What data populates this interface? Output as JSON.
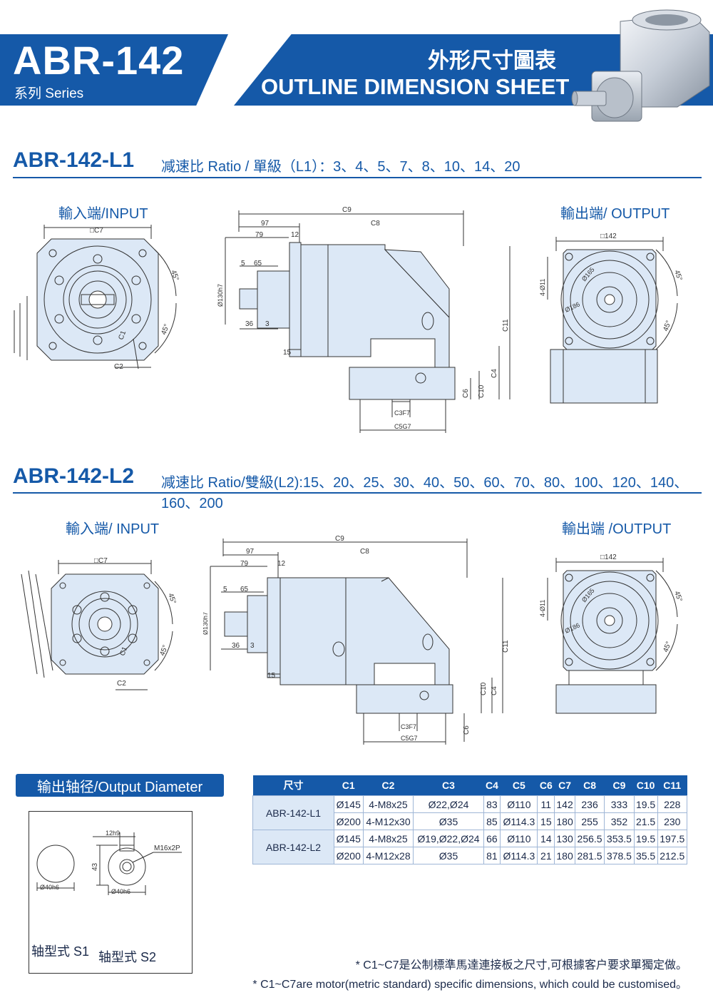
{
  "header": {
    "series_code": "ABR-142",
    "series_sub": "系列 Series",
    "title_cn": "外形尺寸圖表",
    "title_en": "OUTLINE DIMENSION SHEET"
  },
  "colors": {
    "brand": "#1559a8",
    "part_fill": "#dce8f6",
    "line": "#333333"
  },
  "sections": [
    {
      "title": "ABR-142-L1",
      "ratio": "减速比 Ratio / 單級（L1）：3、4、5、7、8、10、14、20",
      "input_label": "輸入端/INPUT",
      "output_label": "輸出端/ OUTPUT"
    },
    {
      "title": "ABR-142-L2",
      "ratio": "减速比 Ratio/雙級(L2):15、20、25、30、40、50、60、70、80、100、120、140、160、200",
      "input_label": "輸入端/ INPUT",
      "output_label": "輸出端 /OUTPUT"
    }
  ],
  "dims": {
    "c7": "□C7",
    "c9": "C9",
    "c8": "C8",
    "d97": "97",
    "d79": "79",
    "d12": "12",
    "d5": "5",
    "d65": "65",
    "d36": "36",
    "d3": "3",
    "d15": "15",
    "d130": "Ø130h7",
    "c11": "C11",
    "c4": "C4",
    "c6": "C6",
    "c10": "C10",
    "c3": "C3F7",
    "c5": "C5G7",
    "c2": "C2",
    "c1": "C1",
    "deg45": "45°",
    "sq142": "□142",
    "holes": "4-Ø11",
    "d165": "Ø165",
    "d186": "Ø186"
  },
  "output_diameter": {
    "label": "输出轴径/Output Diameter",
    "d40": "Ø40h6",
    "key": "12h9",
    "h43": "43",
    "thread": "M16x2P",
    "s1": "轴型式 S1",
    "s2": "轴型式 S2"
  },
  "table": {
    "headers": [
      "尺寸",
      "C1",
      "C2",
      "C3",
      "C4",
      "C5",
      "C6",
      "C7",
      "C8",
      "C9",
      "C10",
      "C11"
    ],
    "models": [
      "ABR-142-L1",
      "ABR-142-L2"
    ],
    "rows": [
      [
        "Ø145",
        "4-M8x25",
        "Ø22,Ø24",
        "83",
        "Ø110",
        "11",
        "142",
        "236",
        "333",
        "19.5",
        "228"
      ],
      [
        "Ø200",
        "4-M12x30",
        "Ø35",
        "85",
        "Ø114.3",
        "15",
        "180",
        "255",
        "352",
        "21.5",
        "230"
      ],
      [
        "Ø145",
        "4-M8x25",
        "Ø19,Ø22,Ø24",
        "66",
        "Ø110",
        "14",
        "130",
        "256.5",
        "353.5",
        "19.5",
        "197.5"
      ],
      [
        "Ø200",
        "4-M12x28",
        "Ø35",
        "81",
        "Ø114.3",
        "21",
        "180",
        "281.5",
        "378.5",
        "35.5",
        "212.5"
      ]
    ]
  },
  "notes": {
    "cn": "* C1~C7是公制標準馬達連接板之尺寸,可根據客户要求單獨定做。",
    "en": "* C1~C7are motor(metric standard) specific dimensions, which could be customised。"
  }
}
